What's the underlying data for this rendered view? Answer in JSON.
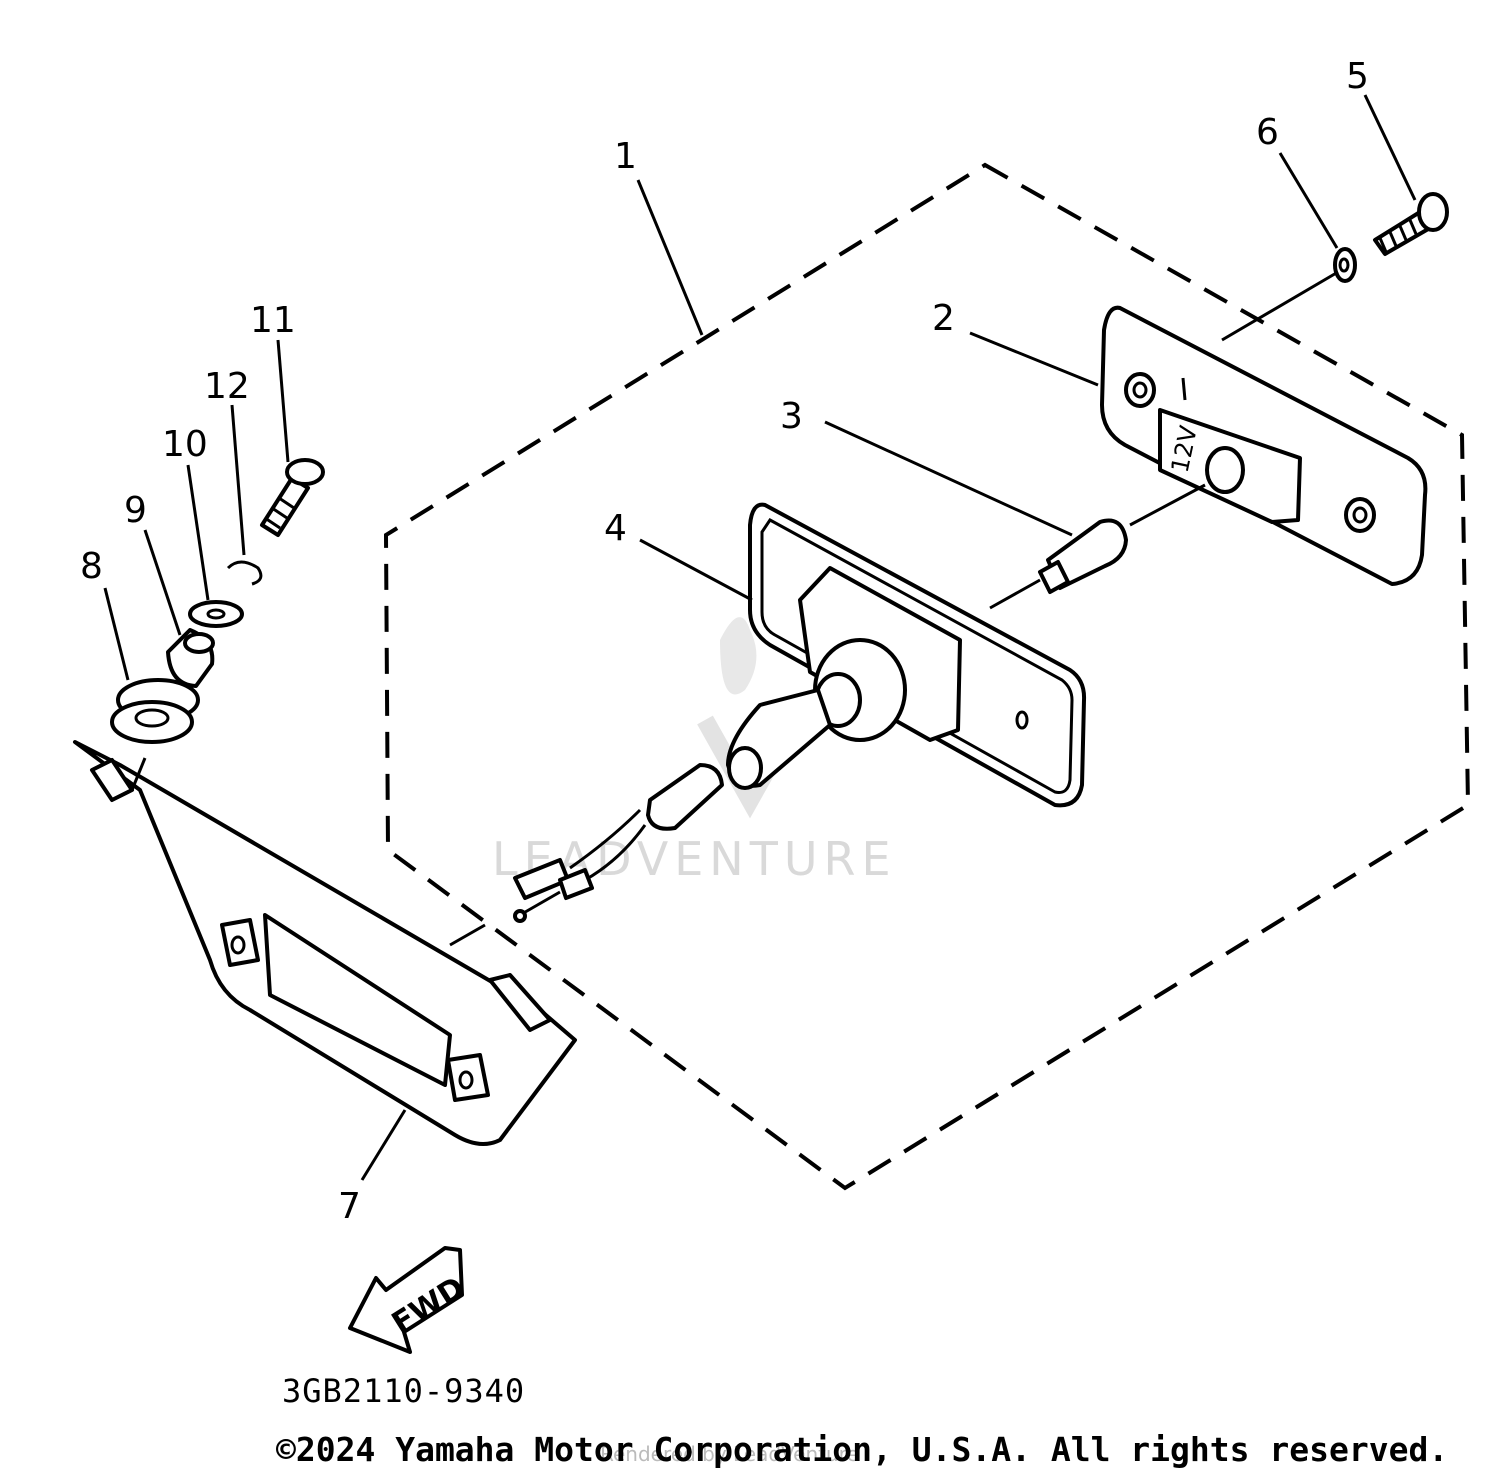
{
  "diagram": {
    "callouts": [
      {
        "id": "1",
        "label": "1"
      },
      {
        "id": "2",
        "label": "2"
      },
      {
        "id": "3",
        "label": "3"
      },
      {
        "id": "4",
        "label": "4"
      },
      {
        "id": "5",
        "label": "5"
      },
      {
        "id": "6",
        "label": "6"
      },
      {
        "id": "7",
        "label": "7"
      },
      {
        "id": "8",
        "label": "8"
      },
      {
        "id": "9",
        "label": "9"
      },
      {
        "id": "10",
        "label": "10"
      },
      {
        "id": "11",
        "label": "11"
      },
      {
        "id": "12",
        "label": "12"
      }
    ],
    "lamp_marking": "12V",
    "direction_arrow_label": "FWD",
    "watermark": "LEADVENTURE",
    "diagram_code": "3GB2110-9340",
    "copyright": "©2024 Yamaha Motor Corporation, U.S.A. All rights reserved.",
    "rendered_by": "Rendered by LeadVenture"
  }
}
